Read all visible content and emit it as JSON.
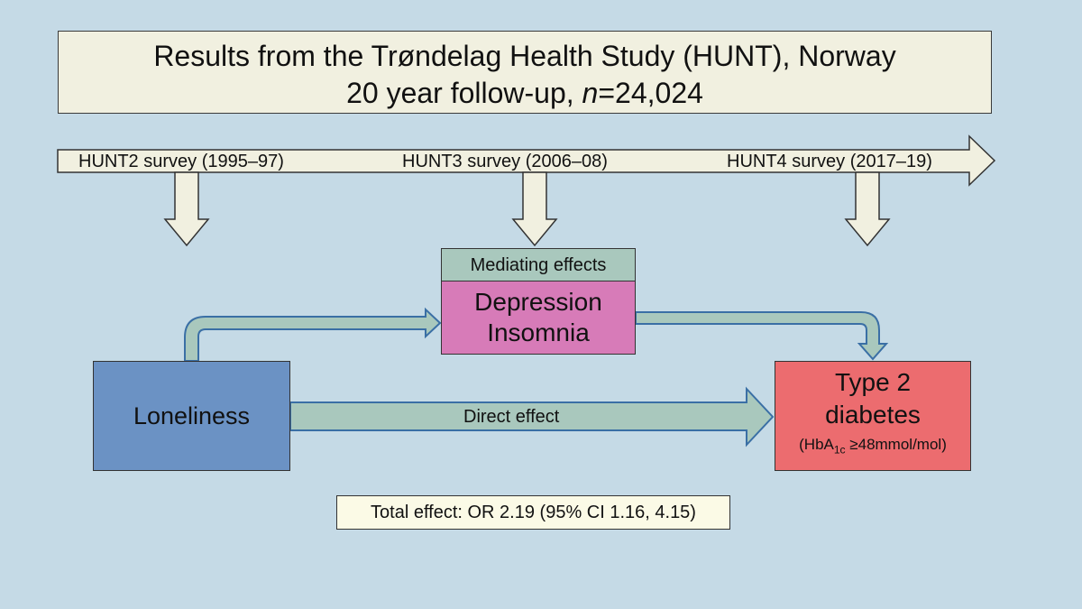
{
  "title": {
    "line1": "Results from the Trøndelag Health Study (HUNT), Norway",
    "line2_prefix": "20 year follow-up, ",
    "line2_n": "n",
    "line2_suffix": "=24,024"
  },
  "timeline": {
    "surveys": [
      {
        "label": "HUNT2 survey (1995–97)"
      },
      {
        "label": "HUNT3 survey (2006–08)"
      },
      {
        "label": "HUNT4 survey (2017–19)"
      }
    ]
  },
  "mediators": {
    "header": "Mediating effects",
    "line1": "Depression",
    "line2": "Insomnia"
  },
  "exposure": {
    "label": "Loneliness"
  },
  "outcome": {
    "line1": "Type 2",
    "line2": "diabetes",
    "criterion_prefix": "(HbA",
    "criterion_sub": "1c",
    "criterion_suffix": " ≥48mmol/mol)"
  },
  "direct_effect": {
    "label": "Direct effect"
  },
  "total_effect": {
    "label": "Total effect: OR 2.19 (95% CI 1.16, 4.15)"
  },
  "colors": {
    "background": "#c5dae6",
    "timeline_arrow": "#f1f0e0",
    "effect_arrow": "#a9c8bd",
    "mediator_header": "#a9c8bd",
    "mediator_body": "#d77bb8",
    "exposure": "#6b92c4",
    "outcome": "#ec6c6f"
  }
}
